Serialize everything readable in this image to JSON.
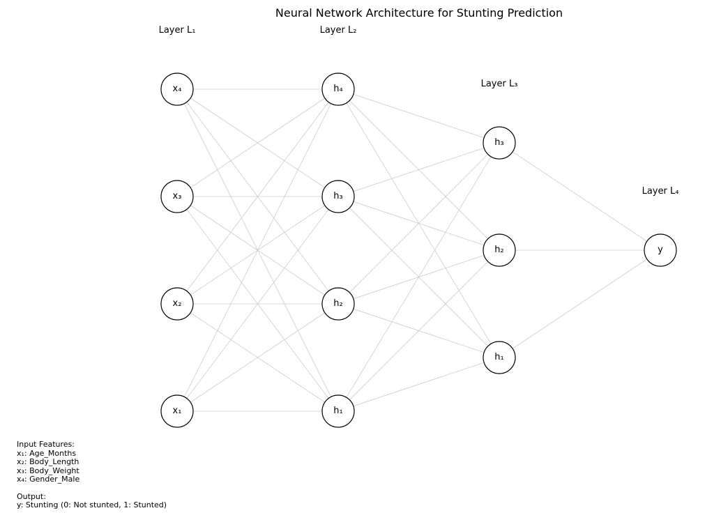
{
  "title": "Neural Network Architecture for Stunting Prediction",
  "layers": [
    {
      "label": "Layer L₁",
      "nodes": [
        "x₄",
        "x₃",
        "x₂",
        "x₁"
      ]
    },
    {
      "label": "Layer L₂",
      "nodes": [
        "h₄",
        "h₃",
        "h₂",
        "h₁"
      ]
    },
    {
      "label": "Layer L₃",
      "nodes": [
        "h₃",
        "h₂",
        "h₁"
      ]
    },
    {
      "label": "Layer L₄",
      "nodes": [
        "y"
      ]
    }
  ],
  "connections": "fully-connected between consecutive layers",
  "colors": {
    "edge": "#cccccc",
    "node_stroke": "#000000",
    "node_fill": "#ffffff"
  },
  "notes": {
    "input_heading": "Input Features:",
    "inputs": [
      "x₁: Age_Months",
      "x₂: Body_Length",
      "x₃: Body_Weight",
      "x₄: Gender_Male"
    ],
    "output_heading": "Output:",
    "output": "y: Stunting (0: Not stunted, 1: Stunted)"
  }
}
